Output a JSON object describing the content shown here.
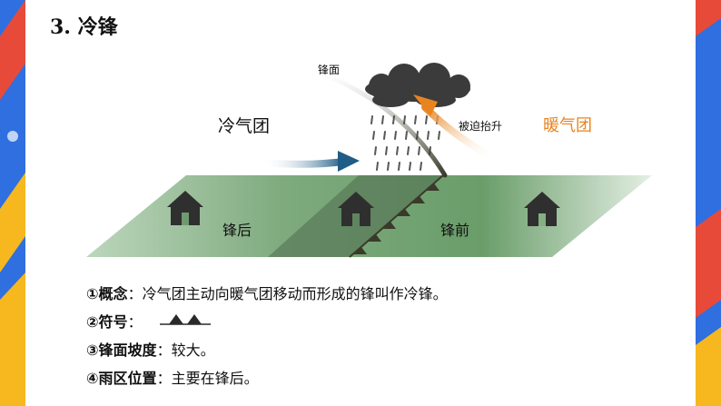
{
  "slide": {
    "heading": "3. 冷锋",
    "colors": {
      "cold": "#1f5d86",
      "warm": "#e8841f",
      "ground": "#5b8a5b",
      "frontline": "#3a3a2a"
    }
  },
  "diagram": {
    "front_surface_label": "锋面",
    "cold_air_label": "冷气团",
    "warm_air_label": "暖气团",
    "lift_label": "被迫抬升",
    "behind_front_label": "锋后",
    "ahead_front_label": "锋前",
    "icons": [
      "house-icon",
      "cloud-icon",
      "rain-icon",
      "cold-arrow",
      "warm-arrow"
    ]
  },
  "concepts": [
    {
      "key": "①概念",
      "sep": "：",
      "value": "冷气团主动向暖气团移动而形成的锋叫作冷锋。"
    },
    {
      "key": "②符号",
      "sep": "：",
      "value": ""
    },
    {
      "key": "③锋面坡度",
      "sep": "：",
      "value": "较大。"
    },
    {
      "key": "④雨区位置",
      "sep": "：",
      "value": "主要在锋后。"
    }
  ]
}
